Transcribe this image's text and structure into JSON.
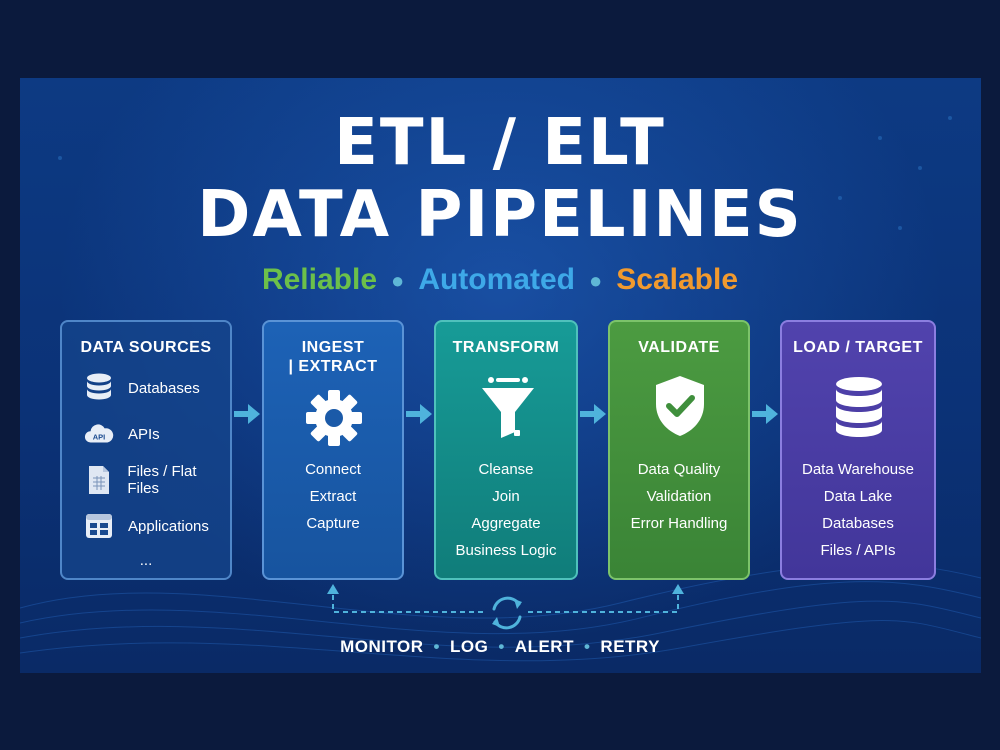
{
  "title": {
    "line1": "ETL / ELT",
    "line2": "DATA PIPELINES"
  },
  "tagline": [
    {
      "text": "Reliable",
      "color": "#6cc04a"
    },
    {
      "text": "Automated",
      "color": "#3ea9e8"
    },
    {
      "text": "Scalable",
      "color": "#f29a2e"
    }
  ],
  "stages": {
    "sources": {
      "title": "DATA SOURCES",
      "items": [
        {
          "label": "Databases",
          "icon": "database-icon"
        },
        {
          "label": "APIs",
          "icon": "api-cloud-icon",
          "icon_text": "API"
        },
        {
          "label": "Files / Flat Files",
          "icon": "file-icon"
        },
        {
          "label": "Applications",
          "icon": "application-icon"
        }
      ],
      "more": "..."
    },
    "ingest": {
      "title_line1": "INGEST",
      "title_line2": "| EXTRACT",
      "icon": "gear-icon",
      "items": [
        "Connect",
        "Extract",
        "Capture"
      ]
    },
    "transform": {
      "title": "TRANSFORM",
      "icon": "funnel-icon",
      "items": [
        "Cleanse",
        "Join",
        "Aggregate",
        "Business Logic"
      ]
    },
    "validate": {
      "title": "VALIDATE",
      "icon": "shield-check-icon",
      "items": [
        "Data Quality",
        "Validation",
        "Error Handling"
      ]
    },
    "load": {
      "title": "LOAD / TARGET",
      "icon": "database-icon",
      "items": [
        "Data Warehouse",
        "Data Lake",
        "Databases",
        "Files / APIs"
      ]
    }
  },
  "footer": {
    "items": [
      "MONITOR",
      "LOG",
      "ALERT",
      "RETRY"
    ],
    "icon": "cycle-icon"
  },
  "colors": {
    "sources": "#1a4a8f",
    "ingest": "#1b5aa8",
    "transform": "#138a86",
    "validate": "#3f8f3c",
    "load": "#4a3aa0",
    "arrow": "#4fb3dc"
  }
}
